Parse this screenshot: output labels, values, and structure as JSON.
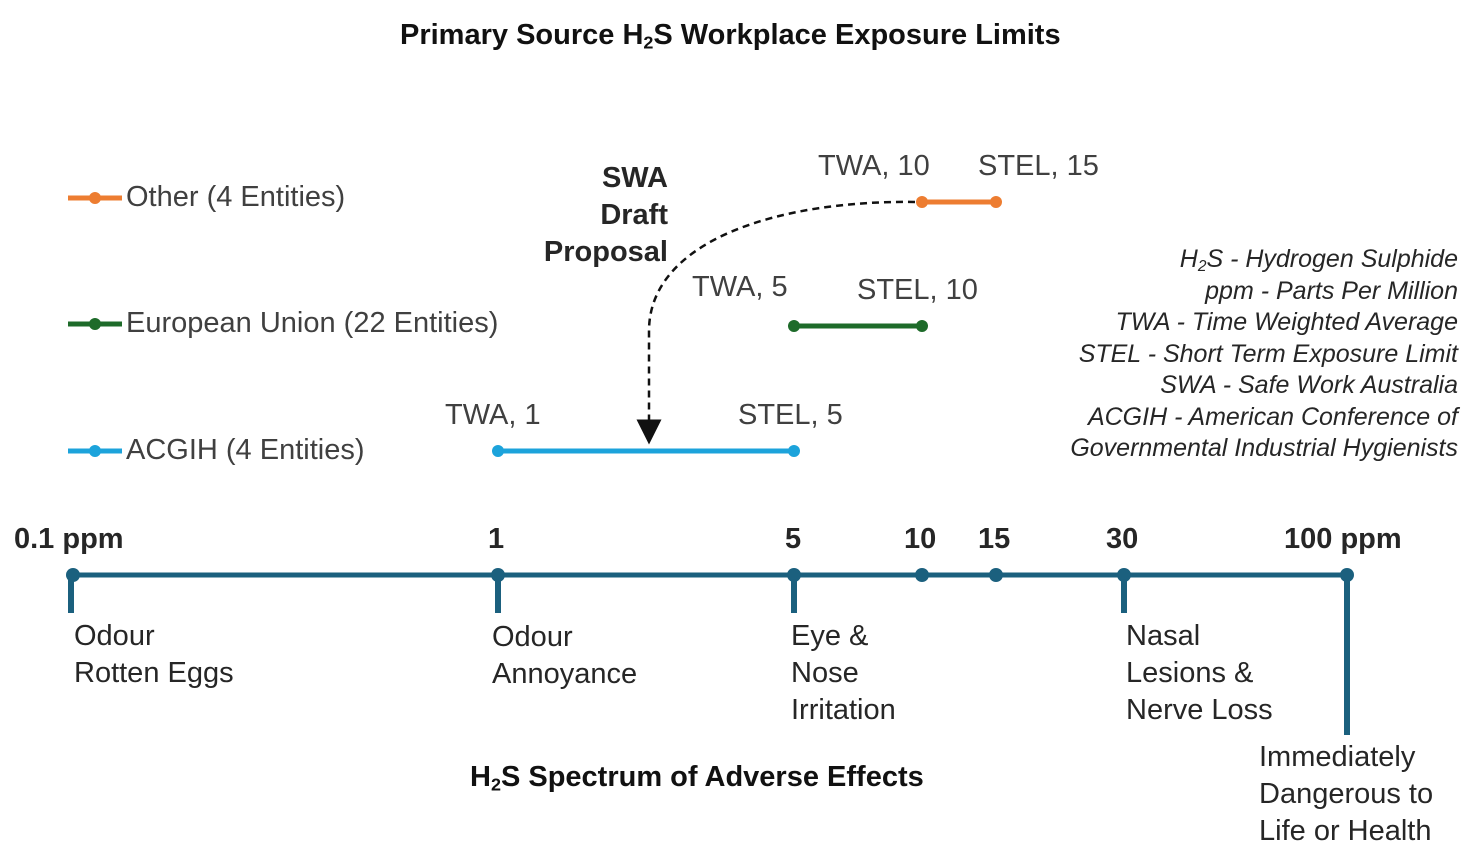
{
  "title": {
    "prefix": "Primary Source H",
    "sub": "2",
    "suffix": "S Workplace Exposure Limits"
  },
  "legend": [
    {
      "label": "Other (4 Entities)",
      "color": "#ED7D31"
    },
    {
      "label": "European Union (22 Entities)",
      "color": "#1E6B2A"
    },
    {
      "label": "ACGIH (4 Entities)",
      "color": "#1CA3DB"
    }
  ],
  "limits": [
    {
      "group": "Other (4 Entities)",
      "twa": 10,
      "stel": 15,
      "twa_label": "TWA, 10",
      "stel_label": "STEL, 15",
      "color": "#ED7D31"
    },
    {
      "group": "European Union (22 Entities)",
      "twa": 5,
      "stel": 10,
      "twa_label": "TWA, 5",
      "stel_label": "STEL, 10",
      "color": "#1E6B2A"
    },
    {
      "group": "ACGIH (4 Entities)",
      "twa": 1,
      "stel": 5,
      "twa_label": "TWA, 1",
      "stel_label": "STEL, 5",
      "color": "#1CA3DB"
    }
  ],
  "swa": {
    "line1": "SWA",
    "line2": "Draft",
    "line3": "Proposal"
  },
  "glossary": [
    {
      "prefix": "H",
      "sub": "2",
      "suffix": "S - Hydrogen Sulphide"
    },
    {
      "prefix": "ppm - Parts Per Million",
      "sub": "",
      "suffix": ""
    },
    {
      "prefix": "TWA - Time Weighted Average",
      "sub": "",
      "suffix": ""
    },
    {
      "prefix": "STEL - Short Term Exposure Limit",
      "sub": "",
      "suffix": ""
    },
    {
      "prefix": "SWA - Safe Work Australia",
      "sub": "",
      "suffix": ""
    },
    {
      "prefix": "ACGIH - American Conference of",
      "sub": "",
      "suffix": ""
    },
    {
      "prefix": "Governmental Industrial Hygienists",
      "sub": "",
      "suffix": ""
    }
  ],
  "axis": {
    "color": "#1B607E",
    "ticks": [
      {
        "value": 0.1,
        "label": "0.1 ppm"
      },
      {
        "value": 1,
        "label": "1"
      },
      {
        "value": 5,
        "label": "5"
      },
      {
        "value": 10,
        "label": "10"
      },
      {
        "value": 15,
        "label": "15"
      },
      {
        "value": 30,
        "label": "30"
      },
      {
        "value": 100,
        "label": "100 ppm"
      }
    ]
  },
  "effects": [
    {
      "value": 0.1,
      "line1": "Odour",
      "line2": "Rotten Eggs",
      "line3": ""
    },
    {
      "value": 1,
      "line1": "Odour",
      "line2": "Annoyance",
      "line3": ""
    },
    {
      "value": 5,
      "line1": "Eye &",
      "line2": "Nose",
      "line3": "Irritation"
    },
    {
      "value": 30,
      "line1": "Nasal",
      "line2": "Lesions &",
      "line3": "Nerve Loss"
    },
    {
      "value": 100,
      "line1": "Immediately",
      "line2": "Dangerous to",
      "line3": "Life or Health"
    }
  ],
  "spectrum_title": {
    "prefix": "H",
    "sub": "2",
    "suffix": "S Spectrum of Adverse Effects"
  }
}
